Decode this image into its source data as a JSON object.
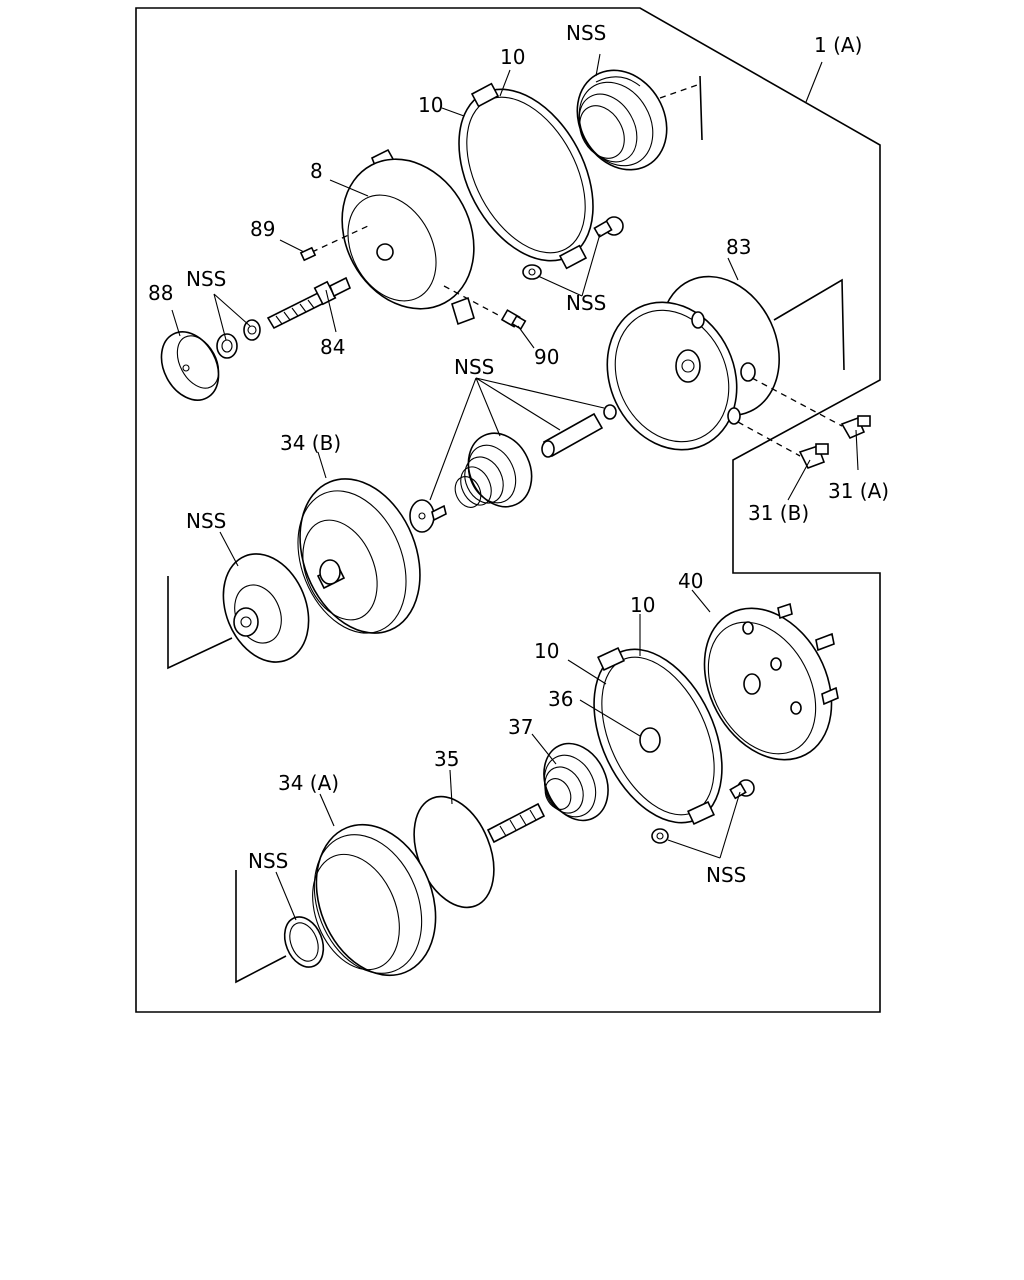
{
  "labels": {
    "assembly": "1 (A)",
    "nss_top": "NSS",
    "ring_10_top_a": "10",
    "ring_10_top_b": "10",
    "housing_8": "8",
    "screw_89": "89",
    "nss_left": "NSS",
    "plate_88": "88",
    "stud_84": "84",
    "nut_90": "90",
    "nss_mid_right": "NSS",
    "cover_83": "83",
    "nss_center": "NSS",
    "diaphragm_34b": "34 (B)",
    "nss_left_mid": "NSS",
    "fitting_31b": "31 (B)",
    "fitting_31a": "31 (A)",
    "housing_40": "40",
    "ring_10_low_a": "10",
    "ring_10_low_b": "10",
    "part_36": "36",
    "spring_37": "37",
    "plate_35": "35",
    "diaphragm_34a": "34 (A)",
    "nss_bottom_left": "NSS",
    "nss_bottom_right": "NSS"
  }
}
